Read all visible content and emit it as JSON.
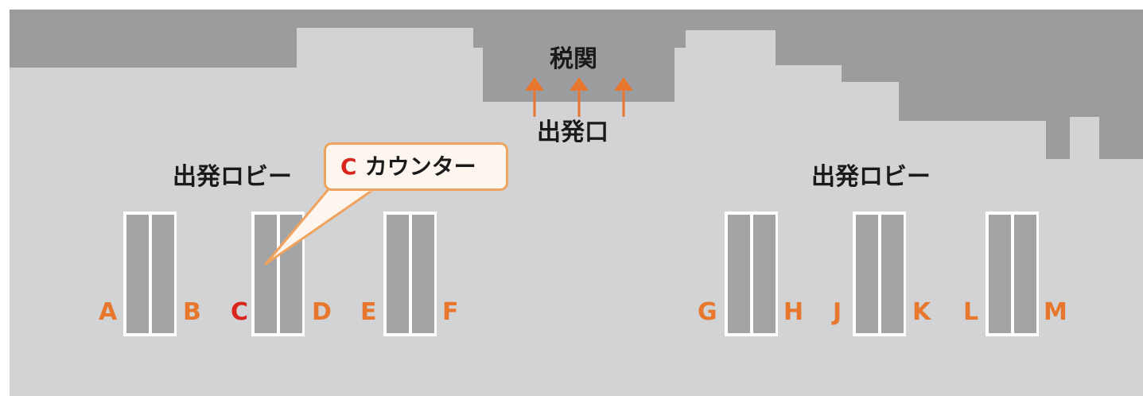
{
  "customs_label": "税関",
  "departure_gate_label": "出発口",
  "lobby_left_label": "出発ロビー",
  "lobby_right_label": "出発ロビー",
  "callout": {
    "letter": "C",
    "text": "カウンター"
  },
  "counter_letters": {
    "a": "A",
    "b": "B",
    "c": "C",
    "d": "D",
    "e": "E",
    "f": "F",
    "g": "G",
    "h": "H",
    "j": "J",
    "k": "K",
    "l": "L",
    "m": "M"
  },
  "selected_counter": "C",
  "colors": {
    "floor": "#d2d3d4",
    "wall": "#9b9c9e",
    "counter": "#a3a4a6",
    "accent": "#e8772e",
    "selected": "#d8261e"
  }
}
